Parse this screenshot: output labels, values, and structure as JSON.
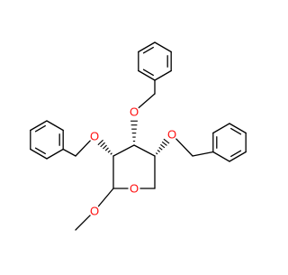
{
  "molecule": {
    "atom_labels": {
      "o_ring": "O",
      "o_methoxy": "O",
      "o_c2": "O",
      "o_c3": "O",
      "o_c4": "O"
    },
    "colors": {
      "bond": "#000000",
      "oxygen": "#ff0d0d",
      "background": "#ffffff"
    }
  }
}
